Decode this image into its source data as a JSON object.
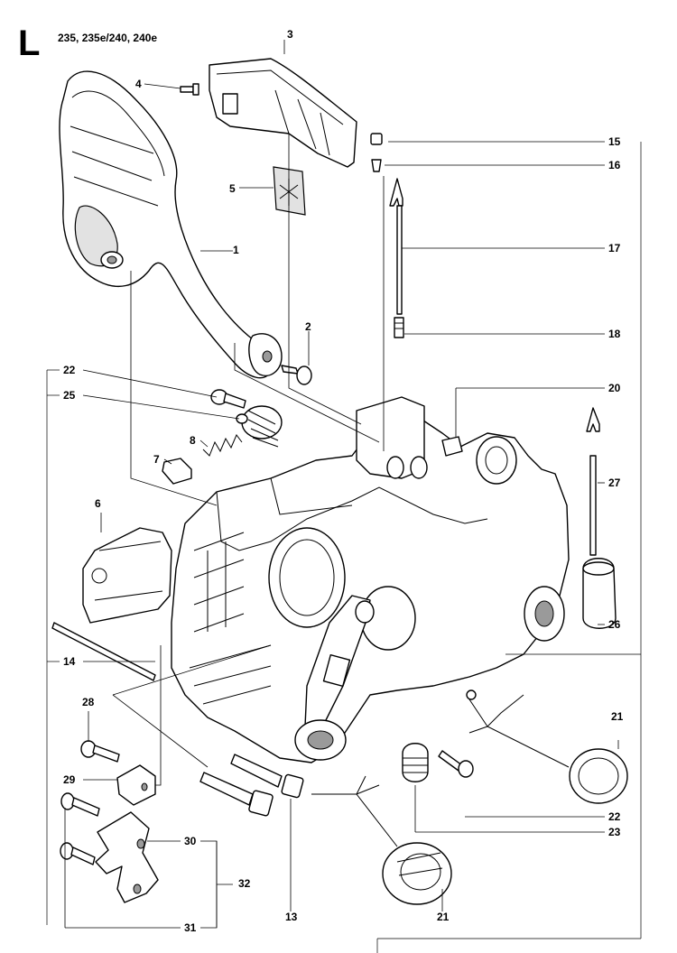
{
  "header": {
    "section_letter": "L",
    "models": "235, 235e/240, 240e"
  },
  "callouts": {
    "c1": "1",
    "c2": "2",
    "c3": "3",
    "c4": "4",
    "c5": "5",
    "c6": "6",
    "c7": "7",
    "c8": "8",
    "c13": "13",
    "c14": "14",
    "c15": "15",
    "c16": "16",
    "c17": "17",
    "c18": "18",
    "c20": "20",
    "c21a": "21",
    "c21b": "21",
    "c22a": "22",
    "c22b": "22",
    "c23": "23",
    "c25": "25",
    "c26": "26",
    "c27": "27",
    "c28": "28",
    "c29": "29",
    "c30": "30",
    "c31": "31",
    "c32": "32"
  }
}
